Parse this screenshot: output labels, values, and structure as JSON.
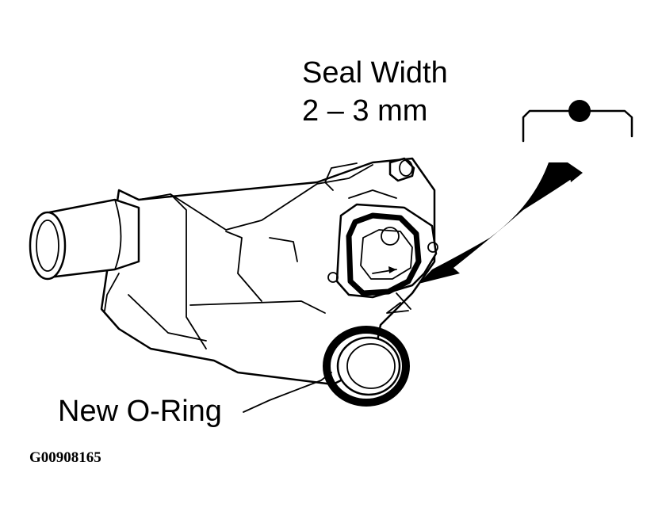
{
  "labels": {
    "seal_width_line1": "Seal Width",
    "seal_width_line2": "2 – 3 mm",
    "o_ring": "New O-Ring",
    "figure_id": "G00908165"
  },
  "icons": {
    "apply_point": "apply-point-icon",
    "arrow": "curved-arrow-icon"
  }
}
